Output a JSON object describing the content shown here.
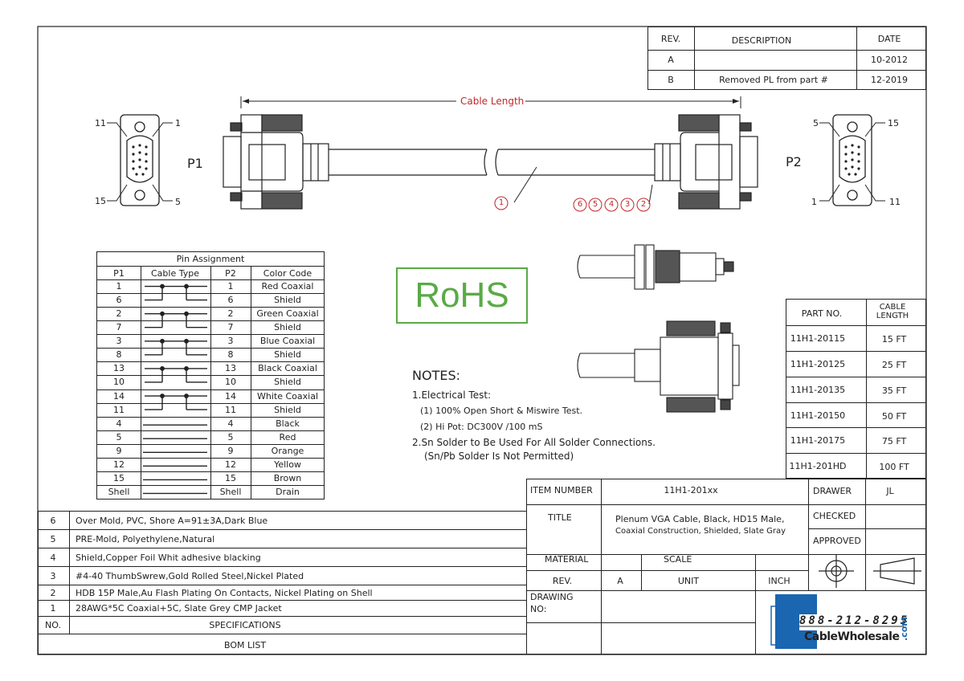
{
  "revision_table": {
    "headers": {
      "rev": "REV.",
      "description": "DESCRIPTION",
      "date": "DATE"
    },
    "rows": [
      {
        "rev": "A",
        "description": "",
        "date": "10-2012"
      },
      {
        "rev": "B",
        "description": "Removed PL from part #",
        "date": "12-2019"
      }
    ]
  },
  "drawing": {
    "cable_length_label": "Cable Length",
    "p1_label": "P1",
    "p2_label": "P2",
    "p1_pins": {
      "top_left": "11",
      "top_right": "1",
      "bottom_left": "15",
      "bottom_right": "5"
    },
    "p2_pins": {
      "top_left": "5",
      "top_right": "15",
      "bottom_left": "1",
      "bottom_right": "11"
    },
    "callouts": [
      "1",
      "6",
      "5",
      "4",
      "3",
      "2"
    ]
  },
  "rohs": {
    "label": "RoHS",
    "color": "#5aaa46"
  },
  "pin_assignment": {
    "title": "Pin Assignment",
    "headers": [
      "P1",
      "Cable Type",
      "P2",
      "Color Code"
    ],
    "rows": [
      [
        "1",
        "1",
        "Red Coaxial"
      ],
      [
        "6",
        "6",
        "Shield"
      ],
      [
        "2",
        "2",
        "Green Coaxial"
      ],
      [
        "7",
        "7",
        "Shield"
      ],
      [
        "3",
        "3",
        "Blue Coaxial"
      ],
      [
        "8",
        "8",
        "Shield"
      ],
      [
        "13",
        "13",
        "Black Coaxial"
      ],
      [
        "10",
        "10",
        "Shield"
      ],
      [
        "14",
        "14",
        "White Coaxial"
      ],
      [
        "11",
        "11",
        "Shield"
      ],
      [
        "4",
        "4",
        "Black"
      ],
      [
        "5",
        "5",
        "Red"
      ],
      [
        "9",
        "9",
        "Orange"
      ],
      [
        "12",
        "12",
        "Yellow"
      ],
      [
        "15",
        "15",
        "Brown"
      ],
      [
        "Shell",
        "Shell",
        "Drain"
      ]
    ]
  },
  "notes": {
    "title": "NOTES:",
    "items": [
      "1.Electrical Test:",
      "(1) 100% Open Short & Miswire Test.",
      "(2) Hi Pot: DC300V /100 mS",
      "2.Sn Solder to Be Used For All Solder Connections.",
      "(Sn/Pb Solder Is Not Permitted)"
    ]
  },
  "part_table": {
    "headers": {
      "part_no": "PART NO.",
      "cable_length": "CABLE LENGTH"
    },
    "rows": [
      [
        "11H1-20115",
        "15 FT"
      ],
      [
        "11H1-20125",
        "25 FT"
      ],
      [
        "11H1-20135",
        "35 FT"
      ],
      [
        "11H1-20150",
        "50 FT"
      ],
      [
        "11H1-20175",
        "75 FT"
      ],
      [
        "11H1-201HD",
        "100 FT"
      ]
    ]
  },
  "bom": {
    "rows": [
      [
        "6",
        "Over Mold, PVC, Shore A=91±3A,Dark Blue"
      ],
      [
        "5",
        "PRE-Mold, Polyethylene,Natural"
      ],
      [
        "4",
        "Shield,Copper Foil Whit adhesive blacking"
      ],
      [
        "3",
        "#4-40 ThumbSwrew,Gold Rolled Steel,Nickel Plated"
      ],
      [
        "2",
        "HDB 15P Male,Au Flash Plating On Contacts, Nickel Plating on Shell"
      ],
      [
        "1",
        "28AWG*5C Coaxial+5C, Slate Grey CMP Jacket"
      ]
    ],
    "no_header": "NO.",
    "spec_header": "SPECIFICATIONS",
    "title": "BOM LIST"
  },
  "title_block": {
    "item_number_label": "ITEM NUMBER",
    "item_number": "11H1-201xx",
    "title_label": "TITLE",
    "title_line1": "Plenum VGA Cable, Black, HD15 Male,",
    "title_line2": "Coaxial Construction, Shielded, Slate Gray",
    "drawer_label": "DRAWER",
    "drawer": "JL",
    "checked_label": "CHECKED",
    "approved_label": "APPROVED",
    "material_label": "MATERIAL",
    "scale_label": "SCALE",
    "rev_label": "REV.",
    "rev": "A",
    "unit_label": "UNIT",
    "unit": "INCH",
    "drawing_no_label": "DRAWING NO:"
  },
  "logo": {
    "phone": "888-212-8295",
    "name": "CableWholesale",
    "tld": ".com",
    "color": "#1a66b0"
  }
}
